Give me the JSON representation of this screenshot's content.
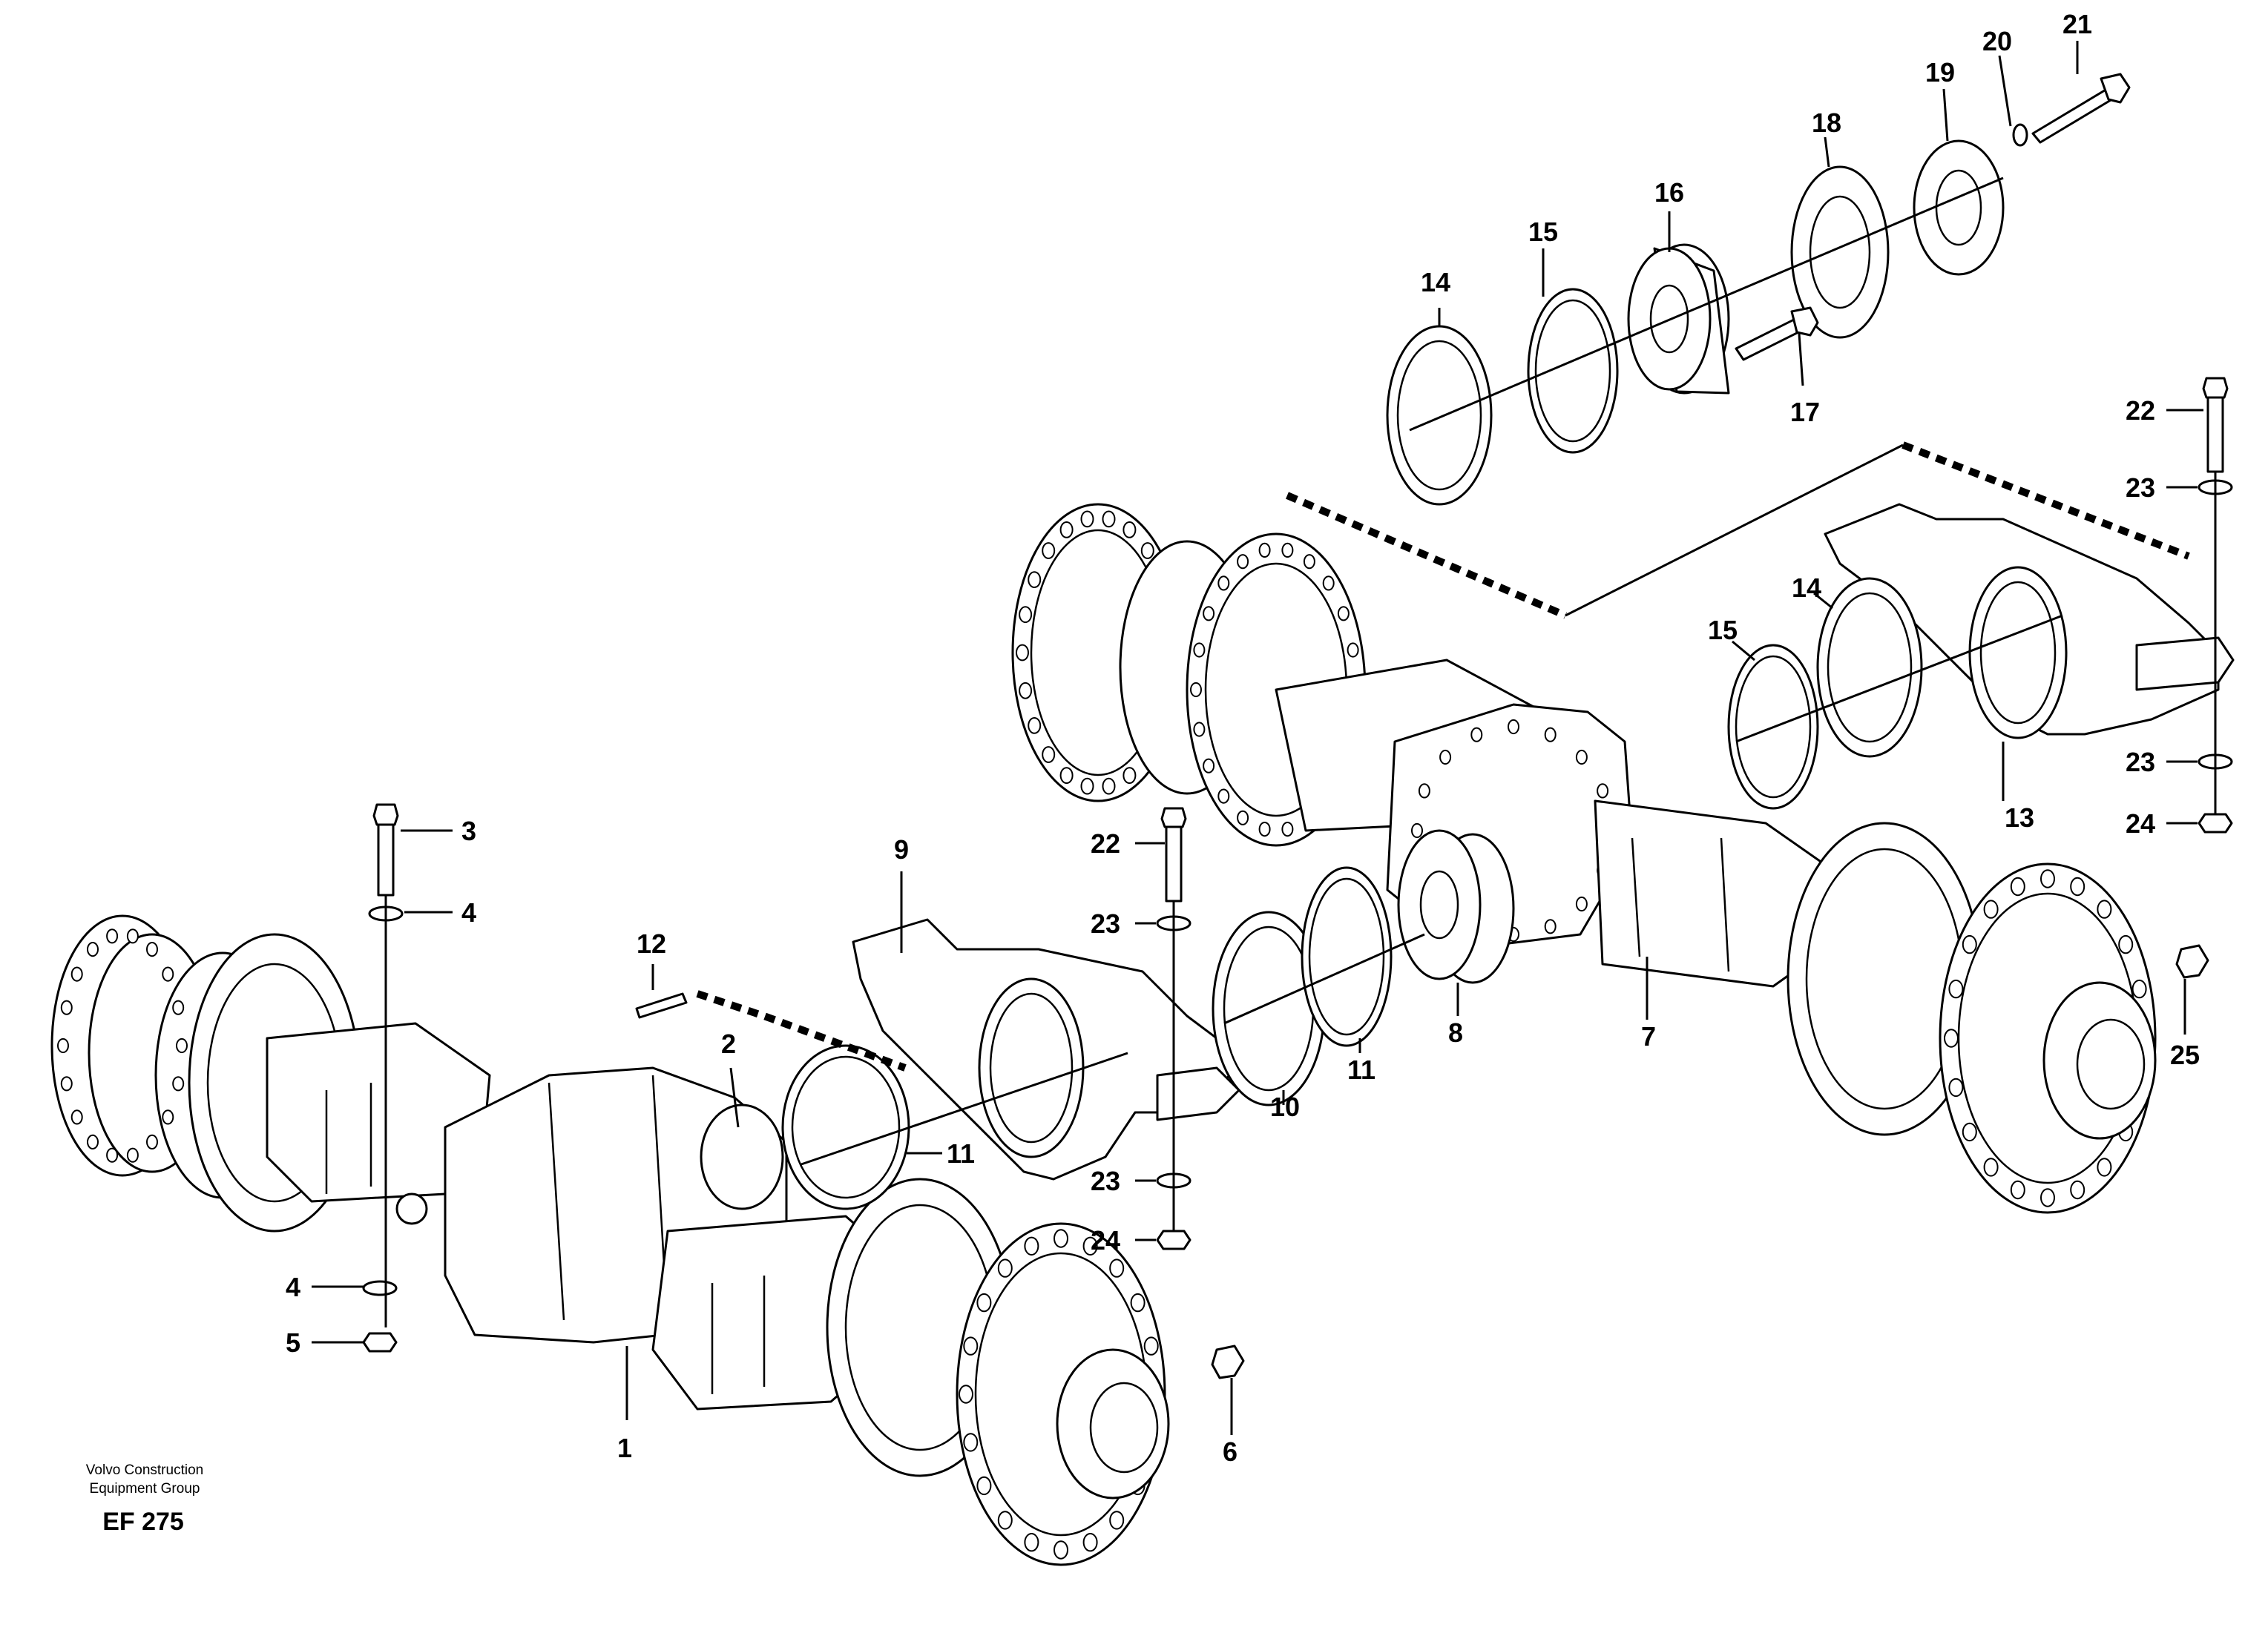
{
  "diagram": {
    "callouts": [
      "1",
      "2",
      "3",
      "4",
      "4",
      "5",
      "6",
      "7",
      "8",
      "9",
      "10",
      "11",
      "11",
      "12",
      "13",
      "14",
      "14",
      "15",
      "15",
      "16",
      "17",
      "18",
      "19",
      "20",
      "21",
      "22",
      "22",
      "23",
      "23",
      "23",
      "23",
      "24",
      "24",
      "25"
    ]
  },
  "footer": {
    "company_line1": "Volvo Construction",
    "company_line2": "Equipment Group",
    "code": "EF 275"
  }
}
